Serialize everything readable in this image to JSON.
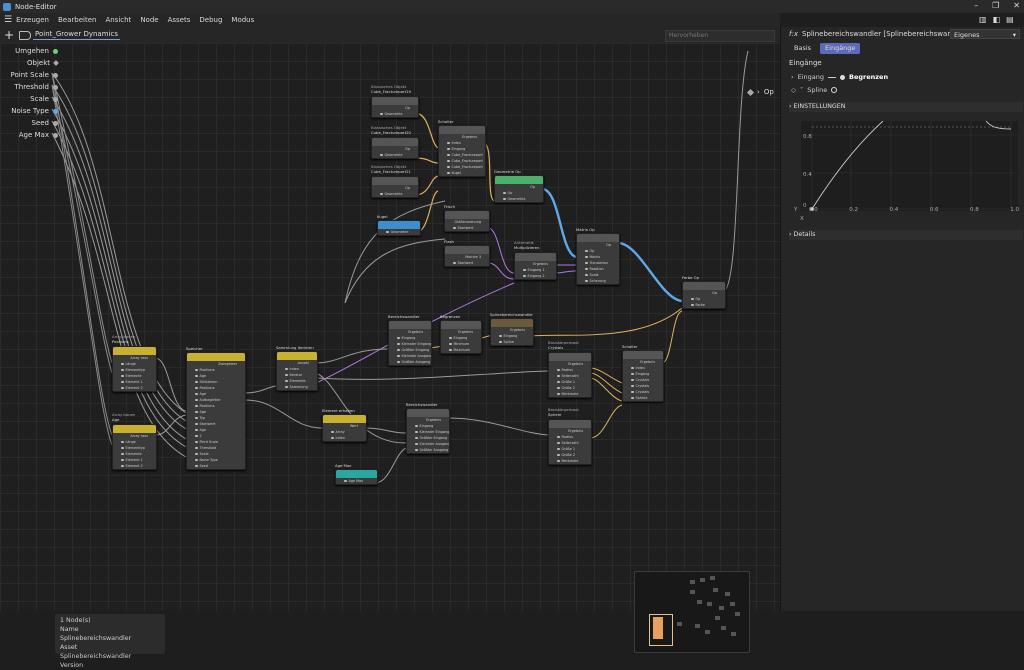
{
  "window": {
    "title": "Node-Editor"
  },
  "menu": [
    "Erzeugen",
    "Bearbeiten",
    "Ansicht",
    "Node",
    "Assets",
    "Debug",
    "Modus"
  ],
  "breadcrumb": "Point_Grower Dynamics",
  "search": {
    "placeholder": "Hervorheben"
  },
  "input_ports": [
    "Umgehen",
    "Objekt",
    "Point Scale",
    "Threshold",
    "Scale",
    "Noise Type",
    "Seed",
    "Age Max"
  ],
  "output_port": "Op",
  "nodes": [
    {
      "title": "Klassisches Objekt\nCube_Fracturepart19",
      "rows": [
        "Op",
        "Geometrie"
      ]
    },
    {
      "title": "Klassisches Objekt\nCube_Fracturepart20",
      "rows": [
        "Op",
        "Geometrie"
      ]
    },
    {
      "title": "Klassisches Objekt\nCube_Fracturepart21",
      "rows": [
        "Op",
        "Geometrie"
      ]
    },
    {
      "title": "Kugel",
      "rows": [
        "Geometrie"
      ]
    },
    {
      "title": "Schalter",
      "rows": [
        "Ergebnis",
        "Index",
        "Eingang",
        "Cube_Fracturepart",
        "Cube_Fracturepart",
        "Cube_Fracturepart",
        "Kugel"
      ]
    },
    {
      "title": "Geometrie Op",
      "rows": [
        "Op",
        "Op",
        "Geometrie"
      ]
    },
    {
      "title": "Frisch",
      "rows": [
        "Größenordnung",
        "Startwert"
      ]
    },
    {
      "title": "Flash",
      "rows": [
        "Matrize 3",
        "Startwert"
      ]
    },
    {
      "title": "Arithmetik\nMultiplizieren",
      "rows": [
        "Ergebnis",
        "Eingang 1",
        "Eingang 2"
      ]
    },
    {
      "title": "Matrix Op",
      "rows": [
        "Op",
        "Op",
        "Matrix",
        "Translation",
        "Rotation",
        "Scale",
        "Scherung"
      ]
    },
    {
      "title": "Farbe Op",
      "rows": [
        "Op",
        "Op",
        "Farbe"
      ]
    },
    {
      "title": "Array bauen\nPositions",
      "rows": [
        "Array raus",
        "Länge",
        "Elementtyp",
        "Elemente",
        "Element 1",
        "Element 2"
      ]
    },
    {
      "title": "Array bauen\nAge",
      "rows": [
        "Array raus",
        "Länge",
        "Elementtyp",
        "Elemente",
        "Element 1",
        "Element 2"
      ]
    },
    {
      "title": "Speicher",
      "rows": [
        "Zwingeleer",
        "Positions",
        "Age",
        "Stillstehen",
        "Positions",
        "Age",
        "Aufbegleiter",
        "Positions",
        "Age",
        "Typ",
        "Startwert",
        "Age",
        "2",
        "Point Scale",
        "Threshold",
        "Scale",
        "Noise Type",
        "Seed"
      ]
    },
    {
      "title": "Sammlung iterieren",
      "rows": [
        "Anzahl",
        "Index",
        "Iterator",
        "Elemente",
        "Sammlung"
      ]
    },
    {
      "title": "Bereichswandler",
      "rows": [
        "Ergebnis",
        "Eingang",
        "Kleinster Eingang",
        "Größter Eingang",
        "Kleinster Ausgang",
        "Größter Ausgang"
      ]
    },
    {
      "title": "Begrenzen",
      "rows": [
        "Ergebnis",
        "Eingang",
        "Minimum",
        "Maximum"
      ]
    },
    {
      "title": "Splinebereichswandler",
      "rows": [
        "Ergebnis",
        "Eingang",
        "Spline"
      ]
    },
    {
      "title": "Element erhalten",
      "rows": [
        "Wert",
        "Array",
        "Index"
      ]
    },
    {
      "title": "Bereichswandler",
      "rows": [
        "Ergebnis",
        "Eingang",
        "Kleinster Eingang",
        "Größter Eingang",
        "Kleinster Ausgang",
        "Größter Ausgang"
      ]
    },
    {
      "title": "Age Max",
      "rows": [
        "Age Max"
      ]
    },
    {
      "title": "Basiskörperbaut\nCrystals",
      "rows": [
        "Ergebnis",
        "Radius",
        "Seiterzahl",
        "Größe 1",
        "Größe 2",
        "Merkmale"
      ]
    },
    {
      "title": "Basiskörperbaut\nSphere",
      "rows": [
        "Ergebnis",
        "Radius",
        "Seiterzahl",
        "Größe 1",
        "Größe 2",
        "Merkmale"
      ]
    },
    {
      "title": "Schalter",
      "rows": [
        "Ergebnis",
        "Index",
        "Eingang",
        "Crystals",
        "Crystals",
        "Crystals",
        "Sphere"
      ]
    }
  ],
  "info": {
    "count": "1 Node(s)",
    "name_label": "Name",
    "name_value": "Splinebereichswandler",
    "asset_label": "Asset",
    "asset_value": "Splinebereichswandler",
    "version_label": "Version"
  },
  "panel": {
    "header": "Splinebereichswandler [Splinebereichswandler]",
    "mode_dropdown": "Eigenes",
    "tabs": [
      "Basis",
      "Eingänge"
    ],
    "section": "Eingänge",
    "eingang_label": "Eingang",
    "eingang_value": "Begrenzen",
    "spline_label": "Spline",
    "einstellungen": "EINSTELLUNGEN",
    "details": "Details",
    "y_axis_label": "Y",
    "x_axis_label": "X",
    "y_ticks": [
      "0.8",
      "0.4",
      "0"
    ],
    "x_ticks": [
      "0.0",
      "0.2",
      "0.4",
      "0.6",
      "0.8",
      "1.0"
    ]
  }
}
